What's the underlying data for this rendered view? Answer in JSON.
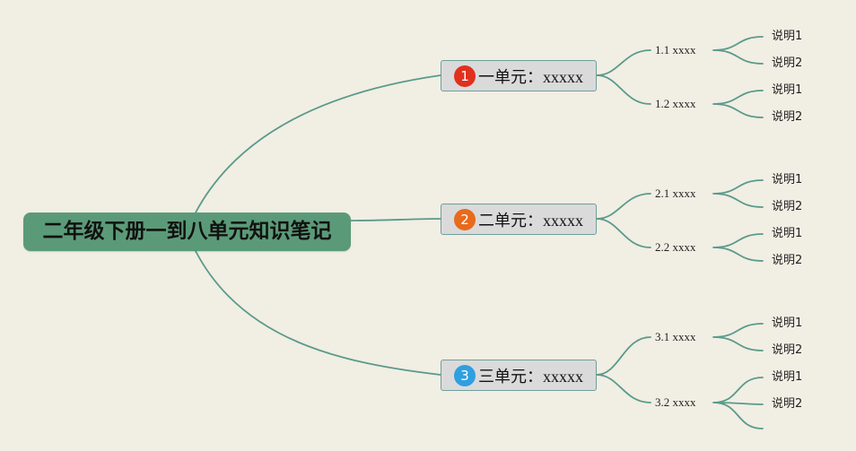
{
  "root": {
    "title": "二年级下册一到八单元知识笔记"
  },
  "colors": {
    "background": "#f1eee4",
    "root": "#5b9a78",
    "connector": "#5a9a8a",
    "badge_1": "#e0311e",
    "badge_2": "#e86a1c",
    "badge_3": "#2f9fe0"
  },
  "units": [
    {
      "badge": "1",
      "label": "一单元：",
      "suffix": "xxxxx",
      "subs": [
        {
          "label": "1.1 xxxx",
          "leaves": [
            "说明1",
            "说明2"
          ]
        },
        {
          "label": "1.2 xxxx",
          "leaves": [
            "说明1",
            "说明2"
          ]
        }
      ]
    },
    {
      "badge": "2",
      "label": "二单元：",
      "suffix": "xxxxx",
      "subs": [
        {
          "label": "2.1 xxxx",
          "leaves": [
            "说明1",
            "说明2"
          ]
        },
        {
          "label": "2.2 xxxx",
          "leaves": [
            "说明1",
            "说明2"
          ]
        }
      ]
    },
    {
      "badge": "3",
      "label": "三单元：",
      "suffix": "xxxxx",
      "subs": [
        {
          "label": "3.1 xxxx",
          "leaves": [
            "说明1",
            "说明2"
          ]
        },
        {
          "label": "3.2 xxxx",
          "leaves": [
            "说明1",
            "说明2",
            ""
          ]
        }
      ]
    }
  ]
}
